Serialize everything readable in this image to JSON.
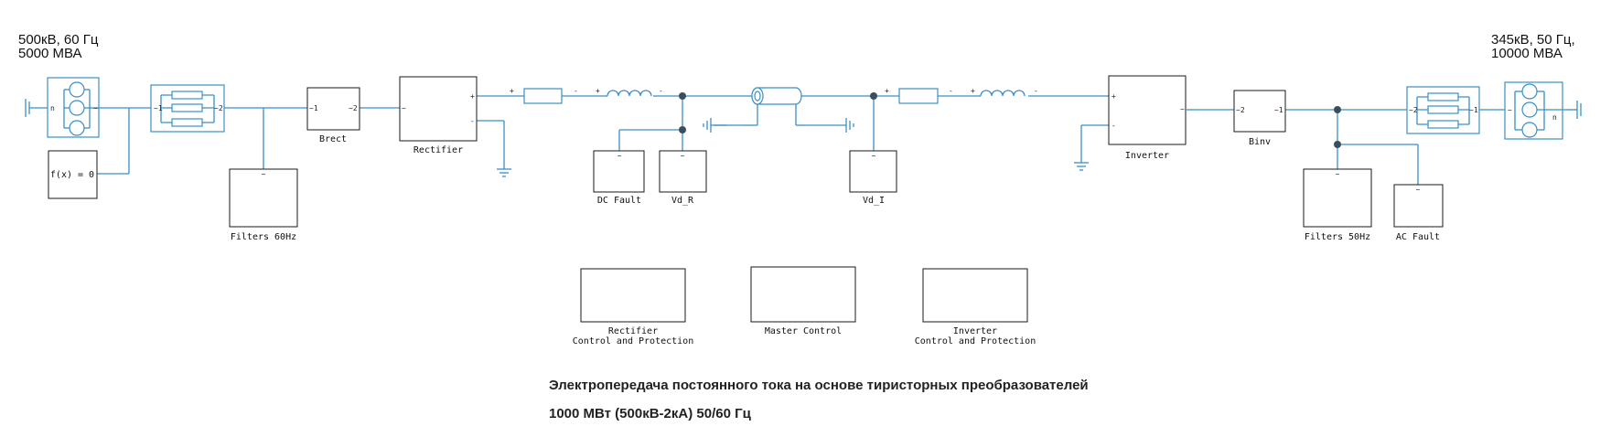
{
  "source_left": {
    "line1": "500кВ, 60 Гц",
    "line2": "5000 МВА"
  },
  "source_right": {
    "line1": "345кВ, 50 Гц,",
    "line2": "10000 МВА"
  },
  "blocks": {
    "fx": "f(x) = 0",
    "filters60": "Filters 60Hz",
    "brect": "Brect",
    "rectifier": "Rectifier",
    "dc_fault": "DC Fault",
    "vd_r": "Vd_R",
    "vd_i": "Vd_I",
    "inverter": "Inverter",
    "binv": "Binv",
    "filters50": "Filters 50Hz",
    "ac_fault": "AC Fault",
    "rect_ctrl_1": "Rectifier",
    "rect_ctrl_2": "Control and Protection",
    "master_ctrl": "Master Control",
    "inv_ctrl_1": "Inverter",
    "inv_ctrl_2": "Control and Protection"
  },
  "ports": {
    "tilde": "~",
    "tilde1": "~1",
    "tilde2": "~2",
    "plus": "+",
    "minus": "-",
    "n": "n"
  },
  "caption": {
    "line1": "Электропередача постоянного тока на основе тиристорных преобразователей",
    "line2": "1000 МВт (500кВ-2кА) 50/60 Гц"
  },
  "colors": {
    "wire": "#3b8fc6",
    "node": "#3a4f5e",
    "block_border": "#1a1a1a"
  }
}
